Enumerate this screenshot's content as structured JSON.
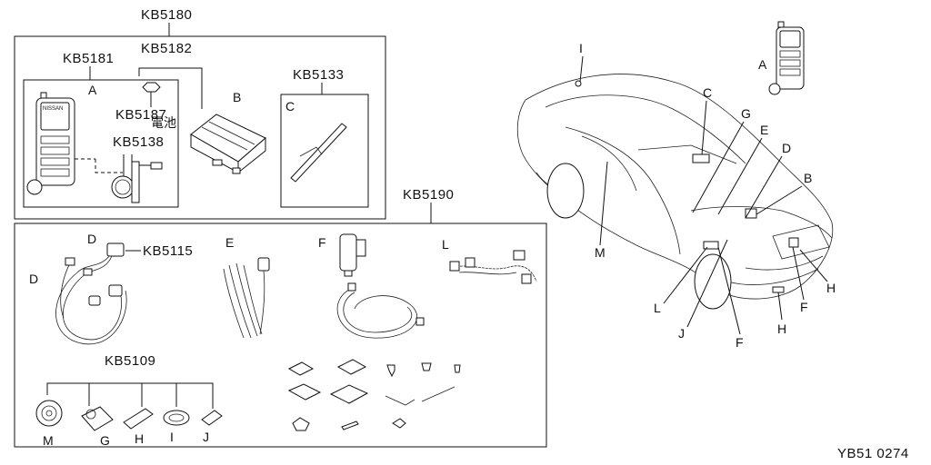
{
  "diagram": {
    "footer_code": "YB51 0274",
    "kit_top": {
      "part_no": "KB5180",
      "sub_a": {
        "part_no": "KB5181",
        "letter": "A"
      },
      "sub_group": {
        "part_no": "KB5182"
      },
      "battery": {
        "part_no": "KB5187",
        "note": "電池"
      },
      "bracket": {
        "part_no": "KB5138"
      },
      "module": {
        "letter": "B"
      },
      "antenna": {
        "part_no": "KB5133",
        "letter": "C"
      },
      "fob_brand": "NISSAN"
    },
    "kit_bottom": {
      "part_no": "KB5190",
      "harness_d": {
        "letter_top": "D",
        "part_no": "KB5115",
        "letter_side": "D"
      },
      "harness_e": {
        "letter": "E"
      },
      "switch_f": {
        "letter": "F"
      },
      "harness_l": {
        "letter": "L"
      },
      "sensor_group": {
        "part_no": "KB5109",
        "letters": [
          "M",
          "G",
          "H",
          "I",
          "J"
        ]
      }
    },
    "vehicle": {
      "callouts": [
        "I",
        "C",
        "G",
        "E",
        "D",
        "B",
        "M",
        "L",
        "J",
        "F",
        "H",
        "F",
        "H"
      ],
      "fob_letter": "A"
    }
  }
}
